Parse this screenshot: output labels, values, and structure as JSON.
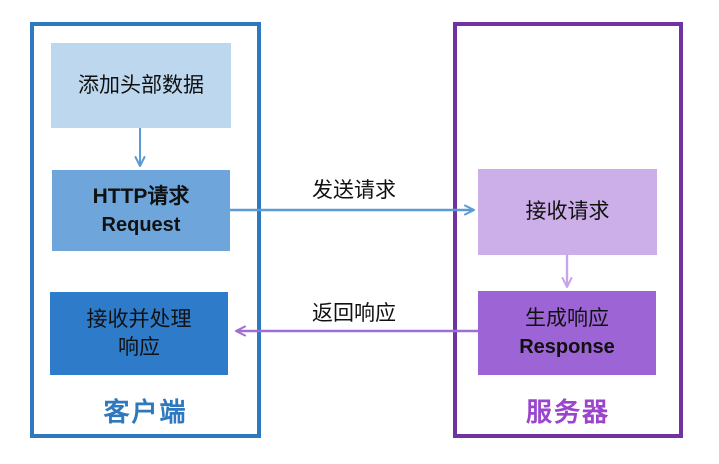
{
  "client": {
    "label": "客户端",
    "border_color": "#2E78BE",
    "label_color": "#2E78BE",
    "boxes": [
      {
        "name": "add-header",
        "line1": "添加头部数据",
        "bg": "#BDD7EE"
      },
      {
        "name": "http-request",
        "line1": "HTTP请求",
        "line2": "Request",
        "bg": "#6EA6DB"
      },
      {
        "name": "receive-and-process",
        "line1": "接收并处理",
        "line2": "响应",
        "bg": "#2E7CC9"
      }
    ]
  },
  "server": {
    "label": "服务器",
    "border_color": "#7233A2",
    "label_color": "#9B45CE",
    "boxes": [
      {
        "name": "receive-request",
        "line1": "接收请求",
        "bg": "#CCAEE8"
      },
      {
        "name": "generate-response",
        "line1": "生成响应",
        "line2": "Response",
        "bg": "#9C64D4"
      }
    ]
  },
  "arrows": {
    "send_request": {
      "label": "发送请求",
      "color": "#5B9BD5"
    },
    "return_response": {
      "label": "返回响应",
      "color": "#9E6FD3"
    },
    "client_step_color": "#5B9BD5",
    "server_step_color": "#C5A6E8"
  }
}
